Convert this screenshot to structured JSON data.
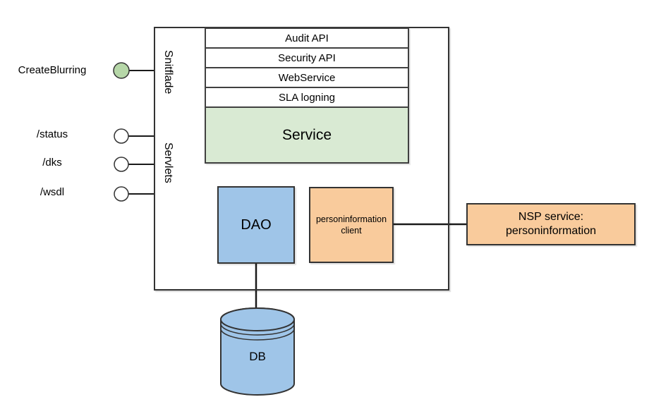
{
  "colors": {
    "green_fill": "#b6d7a8",
    "light_green_fill": "#d9ead3",
    "blue_fill": "#9fc5e8",
    "orange_fill": "#f9cb9c",
    "stroke": "#333333"
  },
  "endpoints": [
    {
      "label": "CreateBlurring",
      "kind": "green-circle"
    },
    {
      "label": "/status",
      "kind": "white-circle"
    },
    {
      "label": "/dks",
      "kind": "white-circle"
    },
    {
      "label": "/wsdl",
      "kind": "white-circle"
    }
  ],
  "container": {
    "top_section_label": "Snitflade",
    "bottom_section_label": "Servlets"
  },
  "layers": [
    "Audit API",
    "Security API",
    "WebService",
    "SLA logning"
  ],
  "service_label": "Service",
  "dao_label": "DAO",
  "client_box": {
    "line1": "personinformation",
    "line2": "client"
  },
  "nsp_box": {
    "line1": "NSP service:",
    "line2": "personinformation"
  },
  "db_label": "DB"
}
